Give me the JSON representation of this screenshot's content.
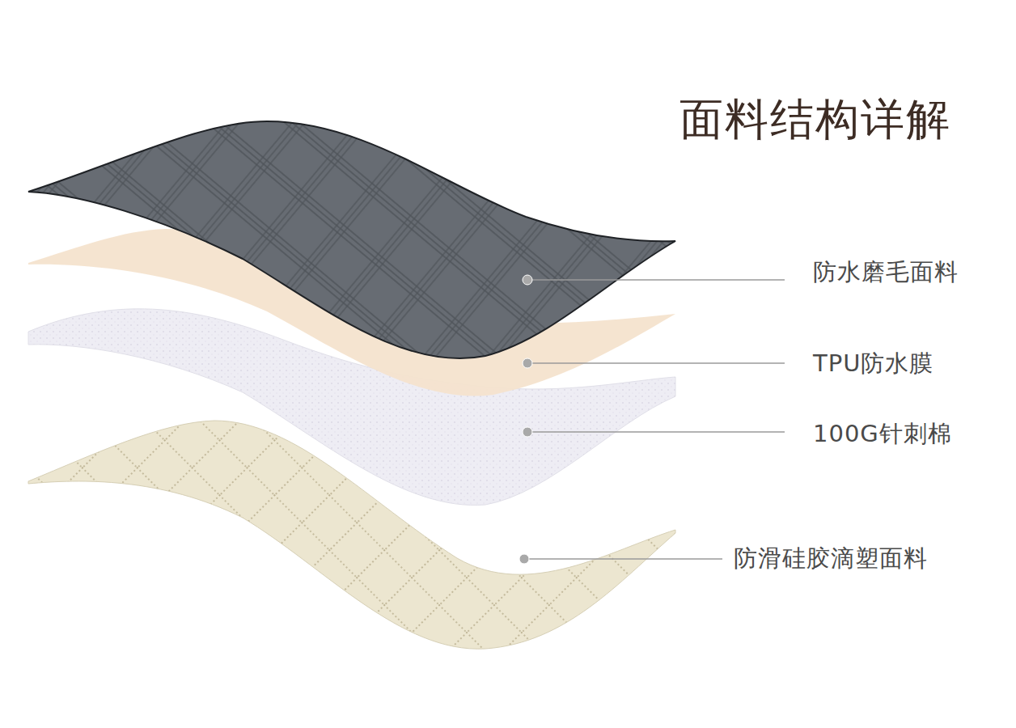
{
  "diagram": {
    "title": "面料结构详解",
    "labels": [
      "防水磨毛面料",
      "TPU防水膜",
      "100G针刺棉",
      "防滑硅胶滴塑面料"
    ]
  }
}
